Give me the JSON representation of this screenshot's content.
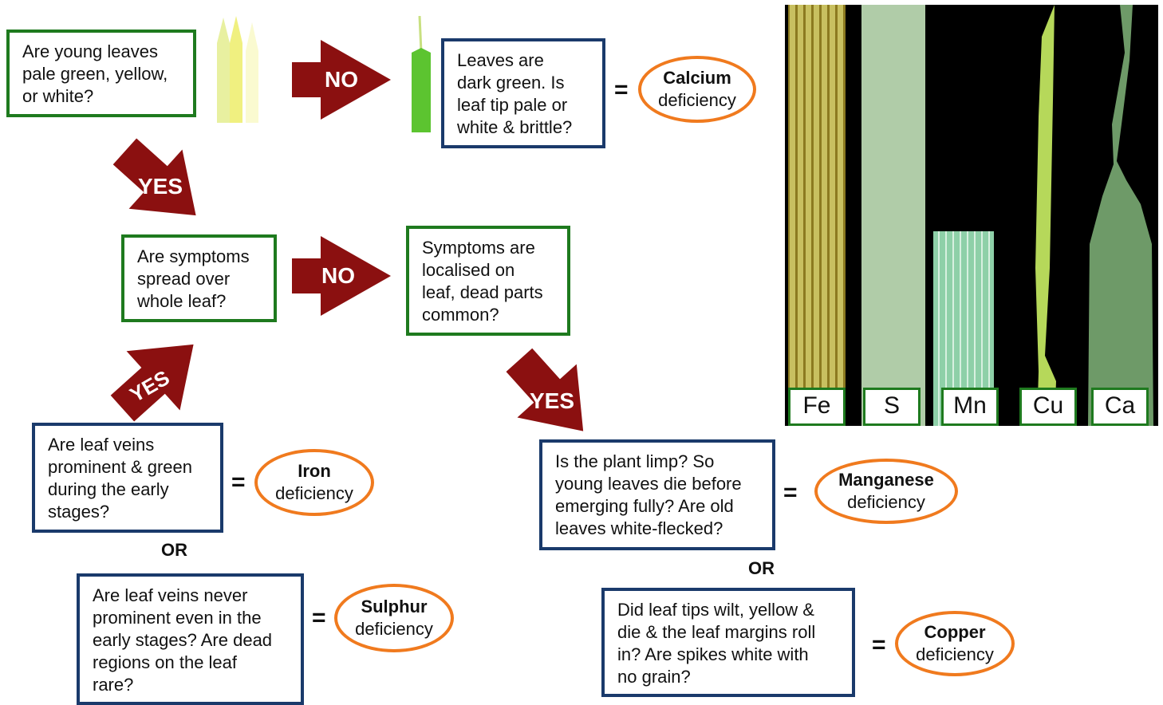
{
  "nodes": {
    "q_young_pale": "Are young leaves\npale green, yellow,\nor white?",
    "q_dark_green": "Leaves are\ndark green. Is\nleaf tip pale or\nwhite & brittle?",
    "q_spread": "Are symptoms\nspread over\nwhole leaf?",
    "q_localised": "Symptoms are\nlocalised on\nleaf, dead parts\ncommon?",
    "q_veins_prominent": "Are leaf veins\nprominent & green\nduring the early\nstages?",
    "q_veins_never": "Are leaf veins never\nprominent even in the\nearly stages? Are dead\nregions on the leaf\nrare?",
    "q_limp": "Is the plant limp? So\nyoung leaves die before\nemerging fully? Are old\nleaves white-flecked?",
    "q_wilt": "Did leaf tips wilt, yellow &\ndie & the leaf margins roll\nin? Are spikes white with\nno grain?"
  },
  "results": {
    "calcium": {
      "name": "Calcium",
      "word": "deficiency"
    },
    "iron": {
      "name": "Iron",
      "word": "deficiency"
    },
    "sulphur": {
      "name": "Sulphur",
      "word": "deficiency"
    },
    "manganese": {
      "name": "Manganese",
      "word": "deficiency"
    },
    "copper": {
      "name": "Copper",
      "word": "deficiency"
    }
  },
  "arrows": {
    "no_1": "NO",
    "no_2": "NO",
    "yes_1": "YES",
    "yes_2": "YES",
    "yes_3": "YES"
  },
  "connectors": {
    "equals": "=",
    "or": "OR"
  },
  "photo_labels": [
    "Fe",
    "S",
    "Mn",
    "Cu",
    "Ca"
  ],
  "colors": {
    "arrow": "#8b1010",
    "question_green": "#1e7a1e",
    "question_blue": "#1a3a6b",
    "result_oval": "#f07a1e",
    "photo_background": "#000000"
  }
}
